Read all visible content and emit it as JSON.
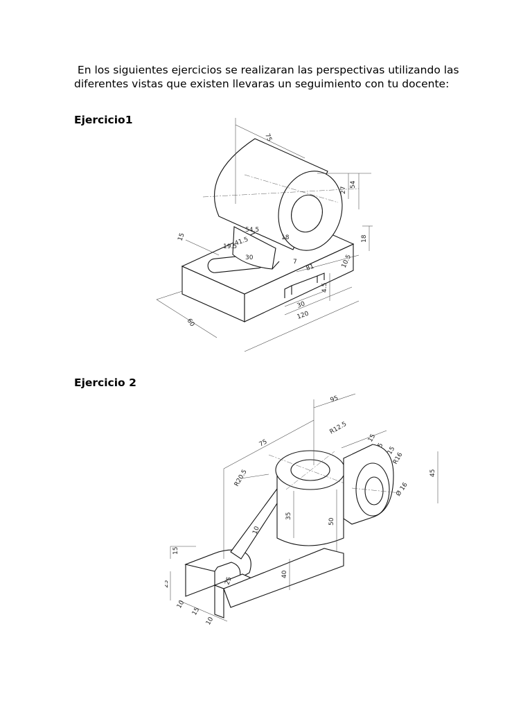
{
  "intro": {
    "line1": " En los siguientes ejercicios se realizaran las perspectivas utilizando las",
    "line2": "diferentes vistas que existen llevaras un seguimiento con tu docente:"
  },
  "exercises": [
    {
      "heading": "Ejercicio1",
      "dimensions": [
        "75",
        "54",
        "27",
        "54.5",
        "41.5",
        "19.5",
        "30",
        "15",
        "18",
        "18",
        "10.5",
        "81",
        "4.5",
        "30",
        "120",
        "60",
        "7"
      ]
    },
    {
      "heading": "Ejercicio 2",
      "dimensions": [
        "95",
        "75",
        "R12.5",
        "15",
        "5",
        "15",
        "R16",
        "R20.5",
        "45",
        "35",
        "Ø 16",
        "50",
        "10",
        "15",
        "25",
        "10",
        "15",
        "10",
        "40",
        "25"
      ]
    }
  ]
}
